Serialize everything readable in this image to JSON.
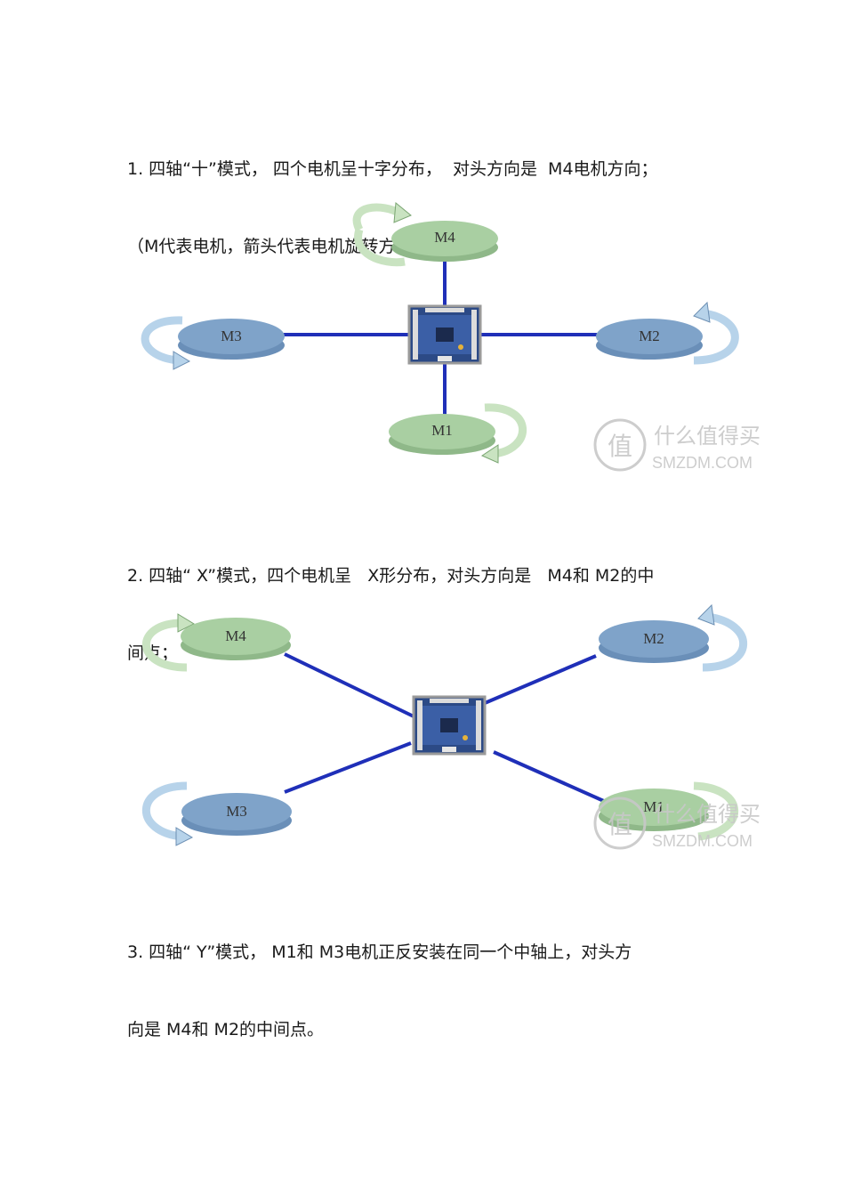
{
  "paragraphs": [
    {
      "line1": "1. 四轴“十”模式， 四个电机呈十字分布，  对头方向是  M4电机方向；",
      "line2": "（M代表电机，箭头代表电机旋转方向）"
    },
    {
      "line1": "2. 四轴“ X”模式，四个电机呈   X形分布，对头方向是   M4和 M2的中",
      "line2": "间点；"
    },
    {
      "line1": "3. 四轴“ Y”模式， M1和 M3电机正反安装在同一个中轴上，对头方",
      "line2": "向是 M4和 M2的中间点。"
    }
  ],
  "diagram_plus": {
    "labels": {
      "m1": "M1",
      "m2": "M2",
      "m3": "M3",
      "m4": "M4"
    }
  },
  "diagram_x": {
    "labels": {
      "m1": "M1",
      "m2": "M2",
      "m3": "M3",
      "m4": "M4"
    }
  },
  "watermark": {
    "glyph": "值",
    "cn": "什么值得买",
    "en": "SMZDM.COM"
  },
  "colors": {
    "green_motor": "#a9cfa2",
    "blue_motor": "#7fa3c9",
    "arm": "#1f2fb8",
    "arrow_green": "#c9e3c1",
    "arrow_blue": "#b7d3ea"
  }
}
